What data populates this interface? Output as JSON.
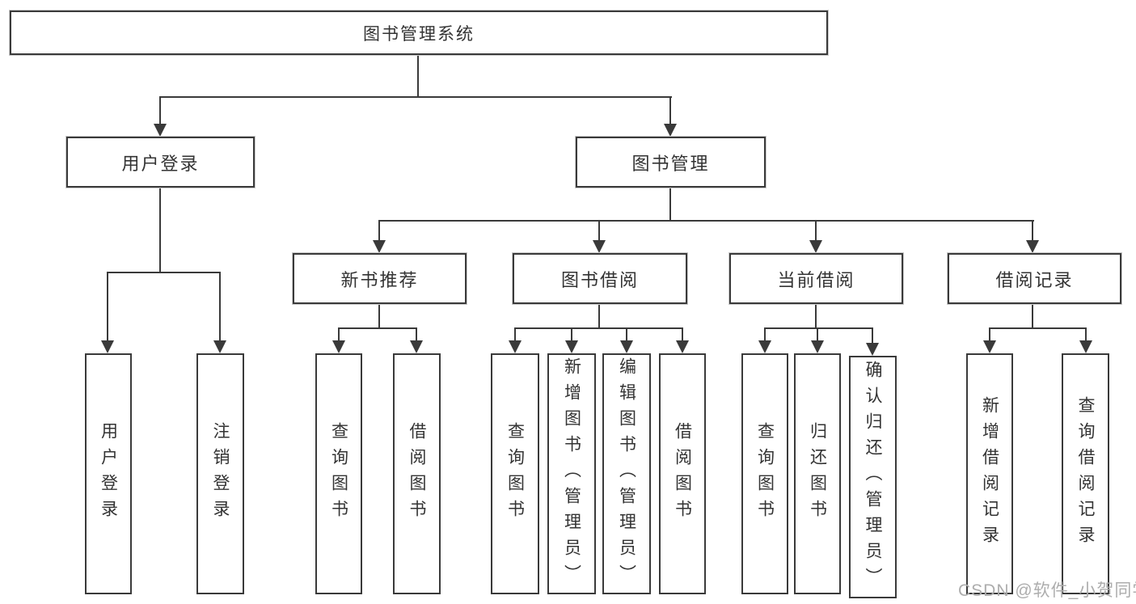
{
  "colors": {
    "line": "#3a3a3a",
    "text": "#333333",
    "watermark": "#adadad",
    "background": "#ffffff"
  },
  "nodes": {
    "root": {
      "label": "图书管理系统"
    },
    "branches": {
      "user_login": {
        "label": "用户登录"
      },
      "book_management": {
        "label": "图书管理"
      },
      "new_book_recommend": {
        "label": "新书推荐"
      },
      "book_borrow": {
        "label": "图书借阅"
      },
      "current_borrow": {
        "label": "当前借阅"
      },
      "borrow_records": {
        "label": "借阅记录"
      }
    },
    "leaves": {
      "user_login": {
        "label": "用户登录"
      },
      "logout": {
        "label": "注销登录"
      },
      "nb_query_books": {
        "label": "查询图书"
      },
      "nb_borrow_books": {
        "label": "借阅图书"
      },
      "bb_query_books": {
        "label": "查询图书"
      },
      "bb_add_books": {
        "label": "新增图书（管理员）"
      },
      "bb_edit_books": {
        "label": "编辑图书（管理员）"
      },
      "bb_borrow_books": {
        "label": "借阅图书"
      },
      "cb_query_books": {
        "label": "查询图书"
      },
      "cb_return_books": {
        "label": "归还图书"
      },
      "cb_confirm_return": {
        "label": "确认归还（管理员）"
      },
      "br_add_record": {
        "label": "新增借阅记录"
      },
      "br_query_record": {
        "label": "查询借阅记录"
      }
    }
  },
  "hierarchy": {
    "图书管理系统": {
      "用户登录": [
        "用户登录",
        "注销登录"
      ],
      "图书管理": {
        "新书推荐": [
          "查询图书",
          "借阅图书"
        ],
        "图书借阅": [
          "查询图书",
          "新增图书（管理员）",
          "编辑图书（管理员）",
          "借阅图书"
        ],
        "当前借阅": [
          "查询图书",
          "归还图书",
          "确认归还（管理员）"
        ],
        "借阅记录": [
          "新增借阅记录",
          "查询借阅记录"
        ]
      }
    }
  },
  "watermark": {
    "text": "CSDN @软件_小贺同学"
  }
}
